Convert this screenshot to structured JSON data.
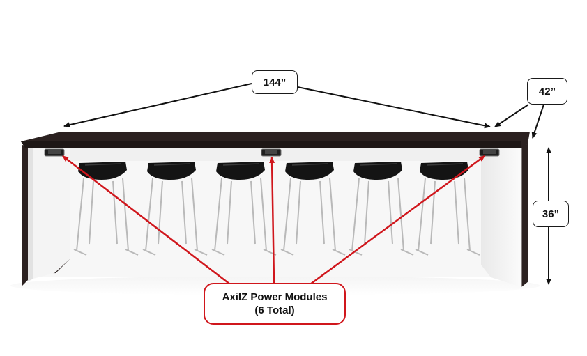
{
  "dimensions": {
    "length": "144”",
    "depth": "42”",
    "height": "36”"
  },
  "callout": {
    "line1": "AxilZ Power Modules",
    "line2": "(6 Total)"
  },
  "colors": {
    "tabletop": "#2b2120",
    "panel": "#f2f2f2",
    "callout": "#d0161c",
    "seat": "#141414",
    "frame": "#b9b9b9"
  },
  "icons": [
    "arrow-icon",
    "power-module-icon",
    "stool-icon"
  ]
}
